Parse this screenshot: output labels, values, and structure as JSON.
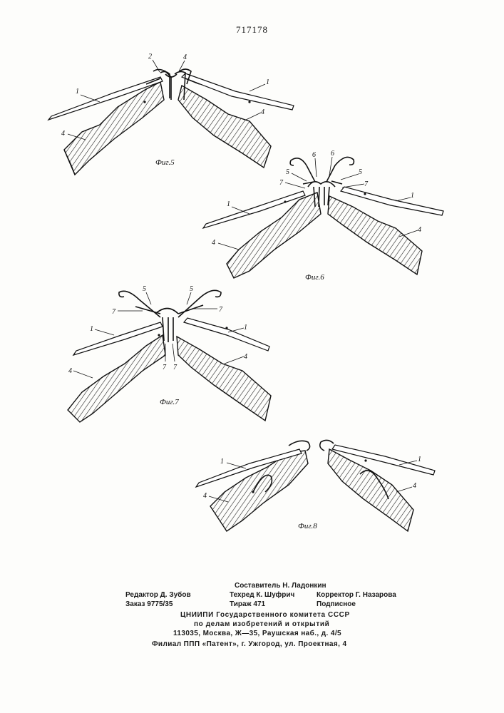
{
  "patent_number": "717178",
  "figures": [
    {
      "caption": "Фиг.5",
      "labels": [
        "2",
        "4",
        "1",
        "1",
        "4",
        "4"
      ]
    },
    {
      "caption": "Фиг.6",
      "labels": [
        "6",
        "6",
        "5",
        "5",
        "7",
        "7",
        "1",
        "1",
        "4",
        "4"
      ]
    },
    {
      "caption": "Фиг.7",
      "labels": [
        "5",
        "5",
        "7",
        "7",
        "1",
        "1",
        "7",
        "7",
        "4",
        "4"
      ]
    },
    {
      "caption": "Фиг.8",
      "labels": [
        "1",
        "1",
        "4",
        "4"
      ]
    }
  ],
  "colophon": {
    "compiler": "Составитель Н. Ладонкин",
    "editor": "Редактор Д. Зубов",
    "techred": "Техред К. Шуфрич",
    "corrector": "Корректор Г. Назарова",
    "order": "Заказ 9775/35",
    "circulation": "Тираж 471",
    "subscription": "Подписное",
    "org_line1": "ЦНИИПИ Государственного комитета СССР",
    "org_line2": "по делам изобретений и открытий",
    "address": "113035, Москва, Ж—35, Раушская наб., д. 4/5",
    "branch": "Филиал ППП «Патент», г. Ужгород, ул. Проектная, 4"
  }
}
